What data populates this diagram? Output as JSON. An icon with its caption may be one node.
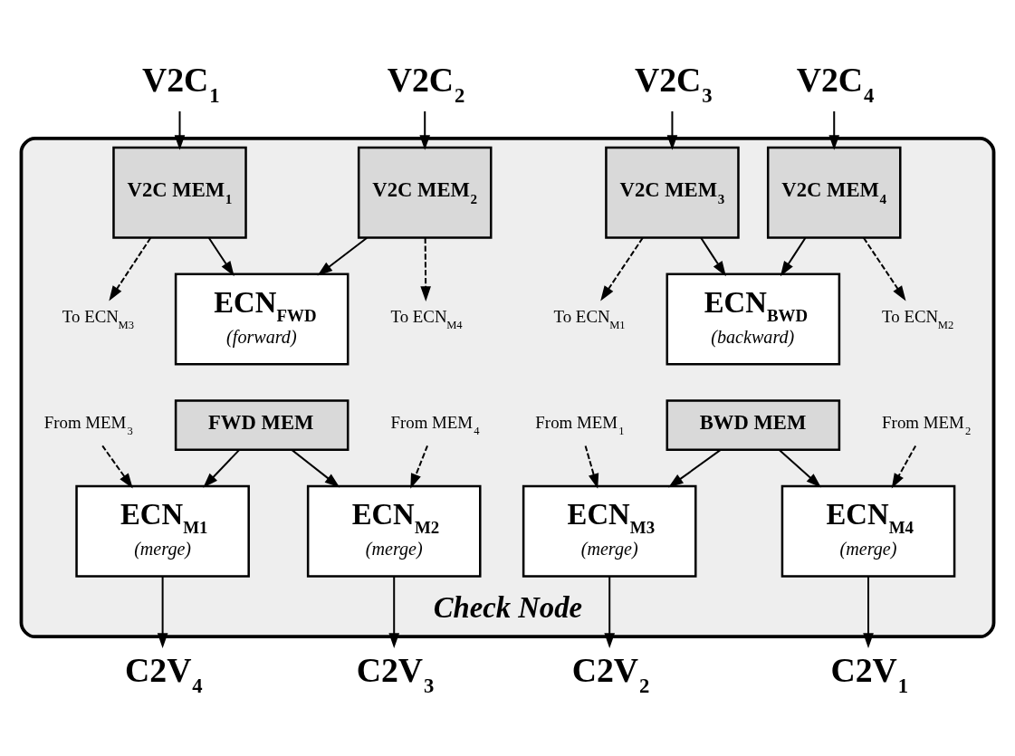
{
  "diagram": {
    "nodes": [
      {
        "text": [
          "V2C$_{1}$"
        ]
      },
      {
        "text": [
          "V2C$_{2}$"
        ]
      },
      {
        "text": [
          "V2C$_{3}$"
        ]
      },
      {
        "text": [
          "V2C$_{4}$"
        ]
      },
      {
        "text": [
          "Check Node"
        ]
      },
      {
        "text": [
          "V2C MEM$_{1}$"
        ],
        "in": 4
      },
      {
        "text": [
          "V2C MEM$_{2}$"
        ],
        "in": 4
      },
      {
        "text": [
          "V2C MEM$_{3}$"
        ],
        "in": 4
      },
      {
        "text": [
          "V2C MEM$_{4}$"
        ],
        "in": 4
      },
      {
        "text": [
          "To ECN$_{M3}$"
        ],
        "in": 4
      },
      {
        "text": [
          "ECN$_{FWD}$",
          "(forward)"
        ],
        "in": 4
      },
      {
        "text": [
          "To ECN$_{M4}$"
        ],
        "in": 4
      },
      {
        "text": [
          "To ECN$_{M1}$"
        ],
        "in": 4
      },
      {
        "text": [
          "ECN$_{BWD}$",
          "(backward)"
        ],
        "in": 4
      },
      {
        "text": [
          "To ECN$_{M2}$"
        ],
        "in": 4
      },
      {
        "text": [
          "FWD MEM"
        ],
        "in": 4
      },
      {
        "text": [
          "BWD MEM"
        ],
        "in": 4
      },
      {
        "text": [
          "From MEM$_{3}$"
        ],
        "in": 4
      },
      {
        "text": [
          "From MEM$_{4}$"
        ],
        "in": 4
      },
      {
        "text": [
          "From MEM$_{1}$"
        ],
        "in": 4
      },
      {
        "text": [
          "From MEM$_{2}$"
        ],
        "in": 4
      },
      {
        "text": [
          "ECN$_{M1}$",
          "(merge)"
        ],
        "in": 4
      },
      {
        "text": [
          "ECN$_{M2}$",
          "(merge)"
        ],
        "in": 4
      },
      {
        "text": [
          "ECN$_{M3}$",
          "(merge)"
        ],
        "in": 4
      },
      {
        "text": [
          "ECN$_{M4}$",
          "(merge)"
        ],
        "in": 4
      },
      {
        "text": [
          "C2V$_{4}$"
        ]
      },
      {
        "text": [
          "C2V$_{3}$"
        ]
      },
      {
        "text": [
          "C2V$_{2}$"
        ]
      },
      {
        "text": [
          "C2V$_{1}$"
        ]
      }
    ],
    "edges": [
      {
        "from": 0,
        "to": 5,
        "arrow": "to"
      },
      {
        "from": 1,
        "to": 6,
        "arrow": "to"
      },
      {
        "from": 2,
        "to": 7,
        "arrow": "to"
      },
      {
        "from": 3,
        "to": 8,
        "arrow": "to"
      },
      {
        "from": 5,
        "to": 9,
        "arrow": "to",
        "style": "dashed"
      },
      {
        "from": 5,
        "to": 10,
        "arrow": "to"
      },
      {
        "from": 6,
        "to": 10,
        "arrow": "to"
      },
      {
        "from": 6,
        "to": 11,
        "arrow": "to",
        "style": "dashed"
      },
      {
        "from": 7,
        "to": 12,
        "arrow": "to",
        "style": "dashed"
      },
      {
        "from": 7,
        "to": 13,
        "arrow": "to"
      },
      {
        "from": 8,
        "to": 13,
        "arrow": "to"
      },
      {
        "from": 8,
        "to": 14,
        "arrow": "to",
        "style": "dashed"
      },
      {
        "from": 17,
        "to": 21,
        "arrow": "to",
        "style": "dashed"
      },
      {
        "from": 15,
        "to": 21,
        "arrow": "to"
      },
      {
        "from": 15,
        "to": 22,
        "arrow": "to"
      },
      {
        "from": 18,
        "to": 22,
        "arrow": "to",
        "style": "dashed"
      },
      {
        "from": 19,
        "to": 23,
        "arrow": "to",
        "style": "dashed"
      },
      {
        "from": 16,
        "to": 23,
        "arrow": "to"
      },
      {
        "from": 16,
        "to": 24,
        "arrow": "to"
      },
      {
        "from": 20,
        "to": 24,
        "arrow": "to",
        "style": "dashed"
      },
      {
        "from": 21,
        "to": 25,
        "arrow": "to"
      },
      {
        "from": 22,
        "to": 26,
        "arrow": "to"
      },
      {
        "from": 23,
        "to": 27,
        "arrow": "to"
      },
      {
        "from": 24,
        "to": 28,
        "arrow": "to"
      }
    ]
  }
}
